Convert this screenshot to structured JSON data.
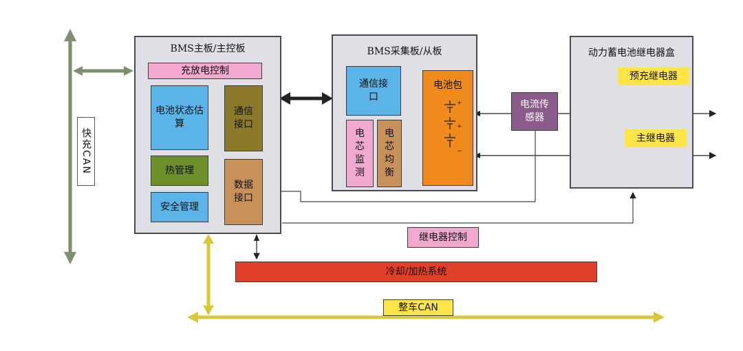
{
  "main_board": {
    "title": "BMS主板/主控板",
    "charge_discharge": "充放电控制",
    "soc": "电池状态估算",
    "thermal": "热管理",
    "safety": "安全管理",
    "comm_port": "通信接口",
    "data_port": "数据接口"
  },
  "slave_board": {
    "title": "BMS采集板/从板",
    "comm_port": "通信接口",
    "cell_monitor": "电芯监测",
    "cell_balance": "电芯均衡",
    "battery_pack": "电池包"
  },
  "relay_box": {
    "title": "动力蓄电池继电器盒",
    "precharge_relay": "预充继电器",
    "main_relay": "主继电器"
  },
  "current_sensor": "电流传感器",
  "relay_control": "继电器控制",
  "cooling_heating": "冷却/加热系统",
  "vehicle_can": "整车CAN",
  "fast_charge_can": "快充CAN",
  "colors": {
    "pink": "#f2a9d0",
    "blue": "#5ab4e8",
    "olive": "#8a7a2a",
    "green": "#6f8f2a",
    "tan": "#c8915a",
    "orange": "#f08a1c",
    "red": "#e0402a",
    "yellow": "#ffe54a",
    "purple": "#8a5a8a",
    "can_yellow": "#e8d84a"
  }
}
